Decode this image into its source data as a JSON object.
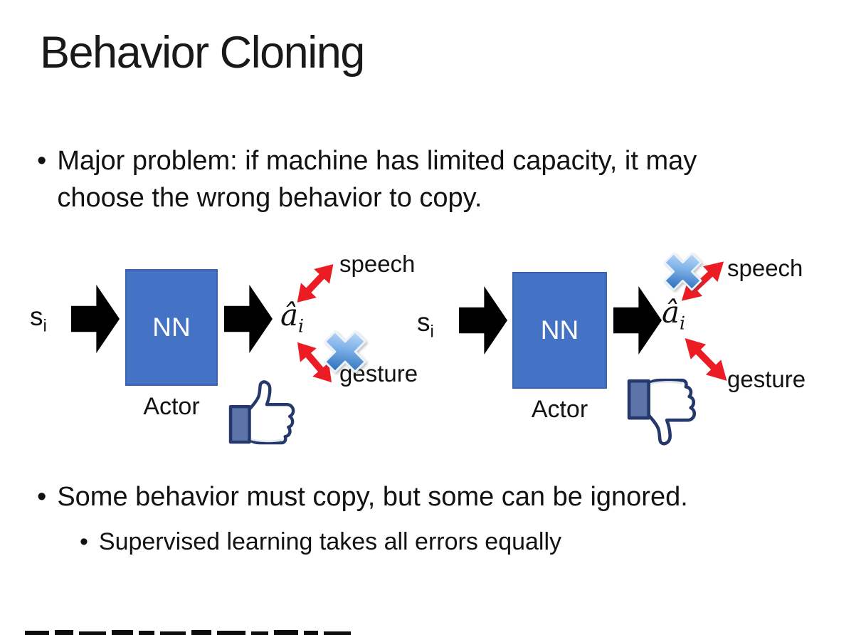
{
  "slide": {
    "title": "Behavior Cloning",
    "bullet_char": "•",
    "bullets": {
      "major_problem": "Major problem: if machine has limited capacity, it may choose the wrong behavior to copy.",
      "some_behavior": "Some behavior must copy, but some can be ignored.",
      "supervised": "Supervised learning takes all errors equally"
    }
  },
  "diagrams": [
    {
      "input": "s",
      "input_sub": "i",
      "box": "NN",
      "caption": "Actor",
      "output": "â",
      "output_sub": "i",
      "branch_top": "speech",
      "branch_bottom": "gesture",
      "crossed_out_branch": "gesture",
      "feedback_icon": "thumbs-up"
    },
    {
      "input": "s",
      "input_sub": "i",
      "box": "NN",
      "caption": "Actor",
      "output": "â",
      "output_sub": "i",
      "branch_top": "speech",
      "branch_bottom": "gesture",
      "crossed_out_branch": "speech",
      "feedback_icon": "thumbs-down"
    }
  ],
  "colors": {
    "nn_box": "#4472C4",
    "nn_box_border": "#3B63AD",
    "flow_arrow": "#000000",
    "branch_arrow": "#EC1C24",
    "cross_icon_light": "#C4DCF6",
    "cross_icon_dark": "#2E6FBD",
    "thumb_outline": "#24386B",
    "thumb_cuff": "#5C74A9",
    "text": "#111111",
    "background": "#FFFFFF"
  }
}
